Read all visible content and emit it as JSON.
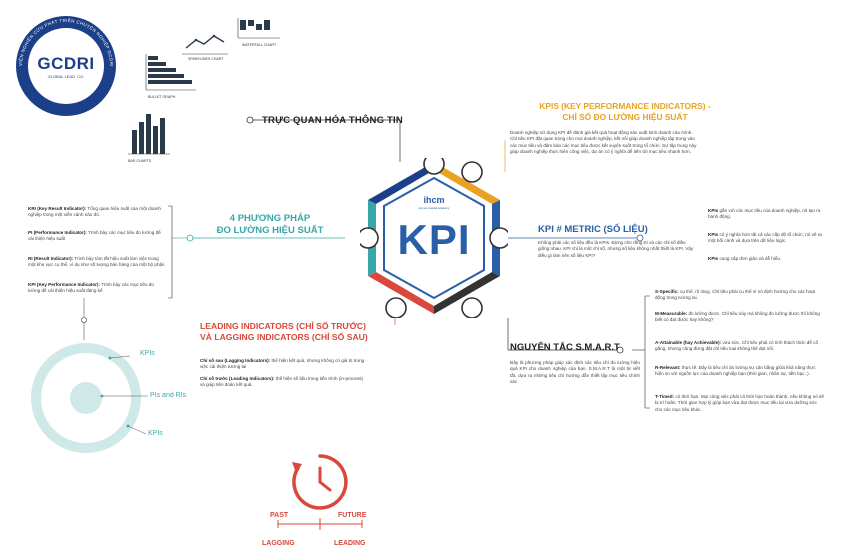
{
  "logo": {
    "ring_text": "VIỆN NGHIÊN CỨU PHÁT TRIỂN CHUYÊN NGHIỆP GCDRI",
    "name": "GCDRI",
    "subtitle": "GLOBAL LEAD. CO."
  },
  "center": {
    "brand": "ihcm",
    "brand_sub": "Human Capital Academy",
    "title": "KPI"
  },
  "visualization": {
    "heading": "TRỰC QUAN HÓA THÔNG TIN",
    "charts": {
      "sparklines": "SPARKLINES CHART",
      "waterfall": "WATERFALL CHART",
      "bullet": "BULLET GRAPH",
      "bar": "BAR CHARTS"
    }
  },
  "kpi_definition": {
    "heading1": "KPIS (KEY PERFORMANCE INDICATORS) -",
    "heading2": "CHỈ SỐ ĐO LƯỜNG HIỆU SUẤT",
    "body": "Doanh nghiệp sử dụng KPI để đánh giá kết quả hoạt động sản xuất kinh doanh của mình. Chỉ tiêu KPI đặt quan trọng cho mọi doanh nghiệp, kết nối giúp doanh nghiệp tập trung vào các mục tiêu và đảm bảo các mục tiêu được kết xuyên suốt trong tổ chức. Sự tập trung này giúp doanh nghiệp thực hiện công việc, dự án có ý nghĩa để tiến tới mục tiêu nhanh hơn."
  },
  "methods": {
    "heading1": "4 PHƯƠNG PHÁP",
    "heading2": "ĐO LƯỜNG HIỆU SUẤT",
    "items": [
      {
        "term": "KRI (Key Result Indicator):",
        "text": "Tổng quan hiệu suất của một doanh nghiệp trong một viễn cảnh nào đó."
      },
      {
        "term": "PI (Performance Indicator):",
        "text": "Trình bày các mục tiêu đo lường để cải thiện hiệu suất"
      },
      {
        "term": "RI (Result Indicator):",
        "text": "Trình bày tóm tắt hiệu suất làm việc trong một khu vực cụ thể, ví dụ như số lượng bán hàng của một bộ phận"
      },
      {
        "term": "KPI (Key Performance Indicator):",
        "text": "Trình bày các mục tiêu đo lường để cải thiện hiệu suất đáng kể"
      }
    ],
    "circle_labels": [
      "KPIs",
      "PIs and RIs",
      "KPIs"
    ]
  },
  "metric": {
    "heading": "KPI # METRIC (SỐ LIỆU)",
    "body": "Không phải các số liệu đều là KPIs. Đừng cho rằng KI và các chỉ số điều giống nhau. KPI chỉ là một chỉ số, nhưng số liệu không nhất thiết là KPI. Vậy điều gì làm nên số liệu KPI?",
    "notes": [
      {
        "term": "KPIs",
        "text": " gắn với các mục tiêu của doanh nghiệp, nó tạo ra hành động."
      },
      {
        "term": "KPIs",
        "text": " có ý nghĩa hơn tất cả các cấp độ tổ chức; nó vẽ ra một bối cảnh và dựa trên dữ liệu logic."
      },
      {
        "term": "KPIs",
        "text": " cung cấp đơn giản và dễ hiểu."
      }
    ]
  },
  "leading": {
    "heading1": "LEADING INDICATORS (CHỈ SỐ TRƯỚC)",
    "heading2": "VÀ LAGGING INDICATORS (CHỈ SỐ SAU)",
    "items": [
      {
        "term": "Chỉ số sau (Lagging Indicators):",
        "text": "thể hiện kết quả, nhưng không có giá trị trong việc cải thiện tương lai"
      },
      {
        "term": "Chỉ số trước (Leading Indicators):",
        "text": "thể hiện số liệu trong tiến trình (in-process) và giúp tiên đoán kết quả."
      }
    ],
    "timeline": {
      "past": "PAST",
      "future": "FUTURE",
      "lagging": "LAGGING",
      "leading": "LEADING"
    }
  },
  "smart": {
    "heading": "NGUYÊN TẮC S.M.A.R.T",
    "body": "Đây là phương pháp giúp xác định các tiêu chí đo lường hiệu quả KPI cho doanh nghiệp của bạn. S.M.A.R.T là một từ viết tắt, dựa ra những tiêu chí hướng dẫn thiết lập mục tiêu chính xác",
    "items": [
      {
        "term": "S-Specific:",
        "text": " cụ thể, rõ ràng. Chỉ tiêu phải cụ thể vì nó định hướng cho các hoạt động trong tương lai."
      },
      {
        "term": "M-Measurable:",
        "text": " đo lường được. Chỉ tiêu này mà không đo lường được thì không biết có đạt được hay không?"
      },
      {
        "term": "A-Attainable (hay Achievable):",
        "text": " vừa sức. Chỉ tiêu phải có tính thách thức để cố gắng, nhưng cũng đừng đặt chỉ tiêu loại không thể đạt nổi."
      },
      {
        "term": "R-Relevant:",
        "text": " thực tế. Đây là tiêu chí đo lường sự cân bằng giữa khả năng thực hiện so với nguồn lực của doanh nghiệp bạn (thời gian, nhân sự, tiền bạc..)."
      },
      {
        "term": "T-Timed:",
        "text": " có thời hạn. Mọi công việc phải có thời hạn hoàn thành, nếu không nó sẽ bị trì hoãn. Thời gian hợp lý giúp bạn vừa đạt được mục tiêu lại vừa dưỡng sức cho các mục tiêu khác."
      }
    ]
  },
  "colors": {
    "blue": "#2a5fa8",
    "teal": "#3aa6a8",
    "orange": "#e8a323",
    "red": "#d9483b",
    "dark": "#333333",
    "light_teal": "#cfe9e9"
  }
}
